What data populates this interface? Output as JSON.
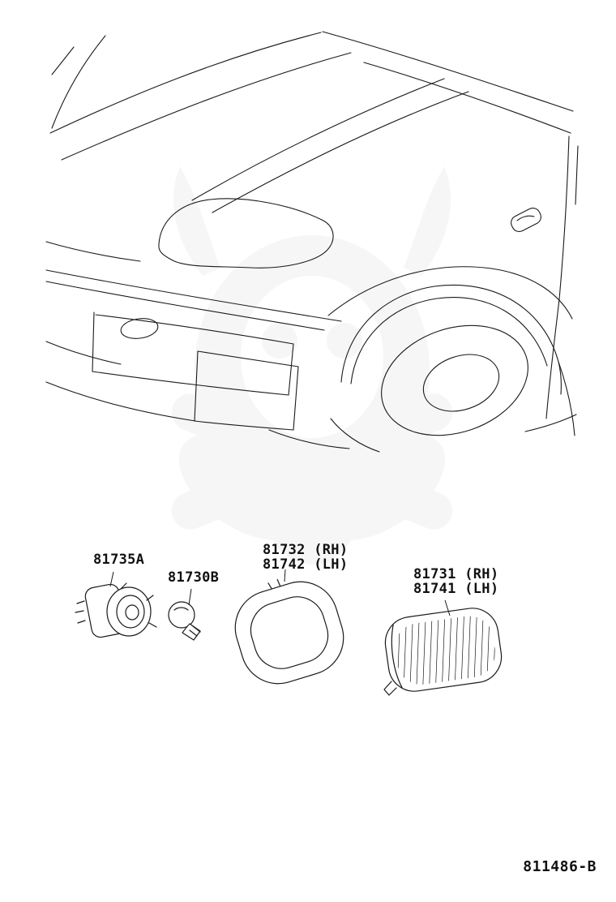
{
  "parts": [
    {
      "name": "socket",
      "labels": [
        "81735A"
      ]
    },
    {
      "name": "bulb",
      "labels": [
        "81730B"
      ]
    },
    {
      "name": "gasket",
      "labels": [
        "81732 (RH)",
        "81742 (LH)"
      ]
    },
    {
      "name": "lamp",
      "labels": [
        "81731 (RH)",
        "81741 (LH)"
      ]
    }
  ],
  "footer": {
    "figure_number": "811486-B"
  },
  "colors": {
    "line": "#1a1a1a",
    "background": "#ffffff",
    "watermark": "#f0f0f0"
  }
}
